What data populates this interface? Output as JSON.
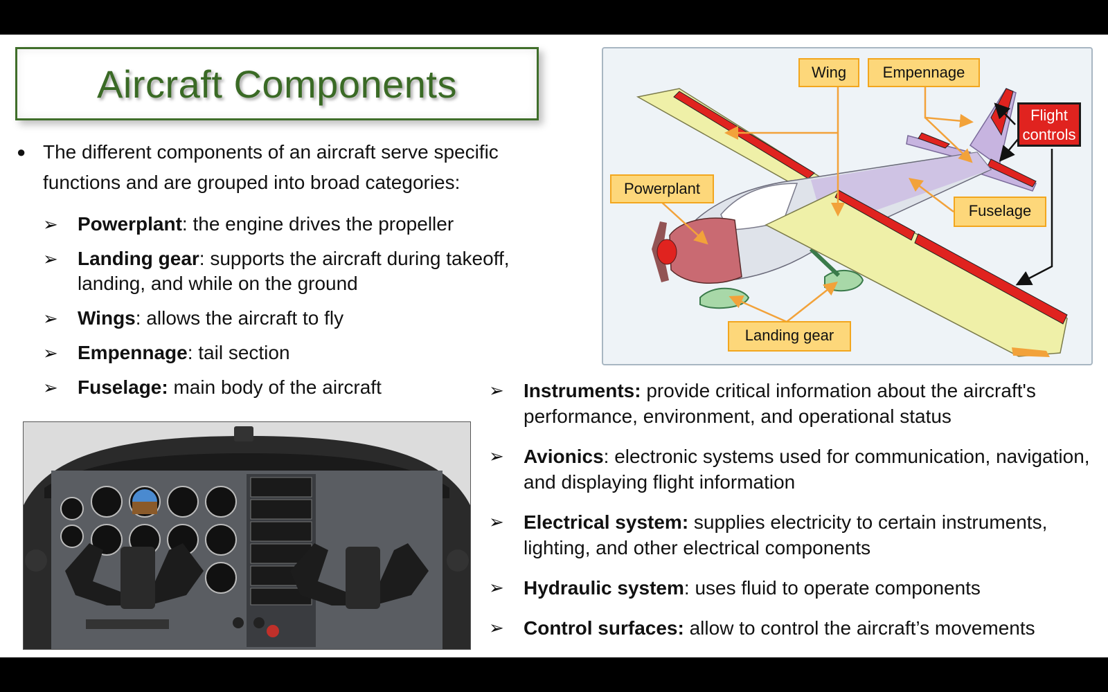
{
  "title": "Aircraft Components",
  "intro": "The different components of an aircraft serve specific functions and are grouped into broad categories:",
  "bullet_glyph": "●",
  "arrow_glyph": "➢",
  "left_items": [
    {
      "term": "Powerplant",
      "desc": ": the engine drives the propeller"
    },
    {
      "term": "Landing gear",
      "desc": ": supports the aircraft during takeoff, landing, and while on the ground"
    },
    {
      "term": "Wings",
      "desc": ": allows the aircraft to fly"
    },
    {
      "term": "Empennage",
      "desc": ": tail section"
    },
    {
      "term": "Fuselage:",
      "desc": " main body of the aircraft"
    }
  ],
  "right_items": [
    {
      "term": "Instruments:",
      "desc": " provide critical information about the aircraft's performance, environment, and operational status"
    },
    {
      "term": "Avionics",
      "desc": ": electronic systems used for communication, navigation, and displaying flight information"
    },
    {
      "term": "Electrical system:",
      "desc": " supplies electricity to certain instruments, lighting, and other electrical components"
    },
    {
      "term": "Hydraulic system",
      "desc": ": uses fluid to operate components"
    },
    {
      "term": "Control surfaces:",
      "desc": " allow to control the aircraft’s movements"
    }
  ],
  "diagram_labels": {
    "wing": "Wing",
    "empennage": "Empennage",
    "flight_controls_1": "Flight",
    "flight_controls_2": "controls",
    "powerplant": "Powerplant",
    "fuselage": "Fuselage",
    "landing_gear": "Landing gear"
  },
  "colors": {
    "title_green": "#3a6a25",
    "callout_fill": "#fdd77a",
    "callout_border": "#f2a61e",
    "flight_controls_red": "#e0231f",
    "wing_yellow": "#eff0a8",
    "arrow_orange": "#f2a23a"
  }
}
